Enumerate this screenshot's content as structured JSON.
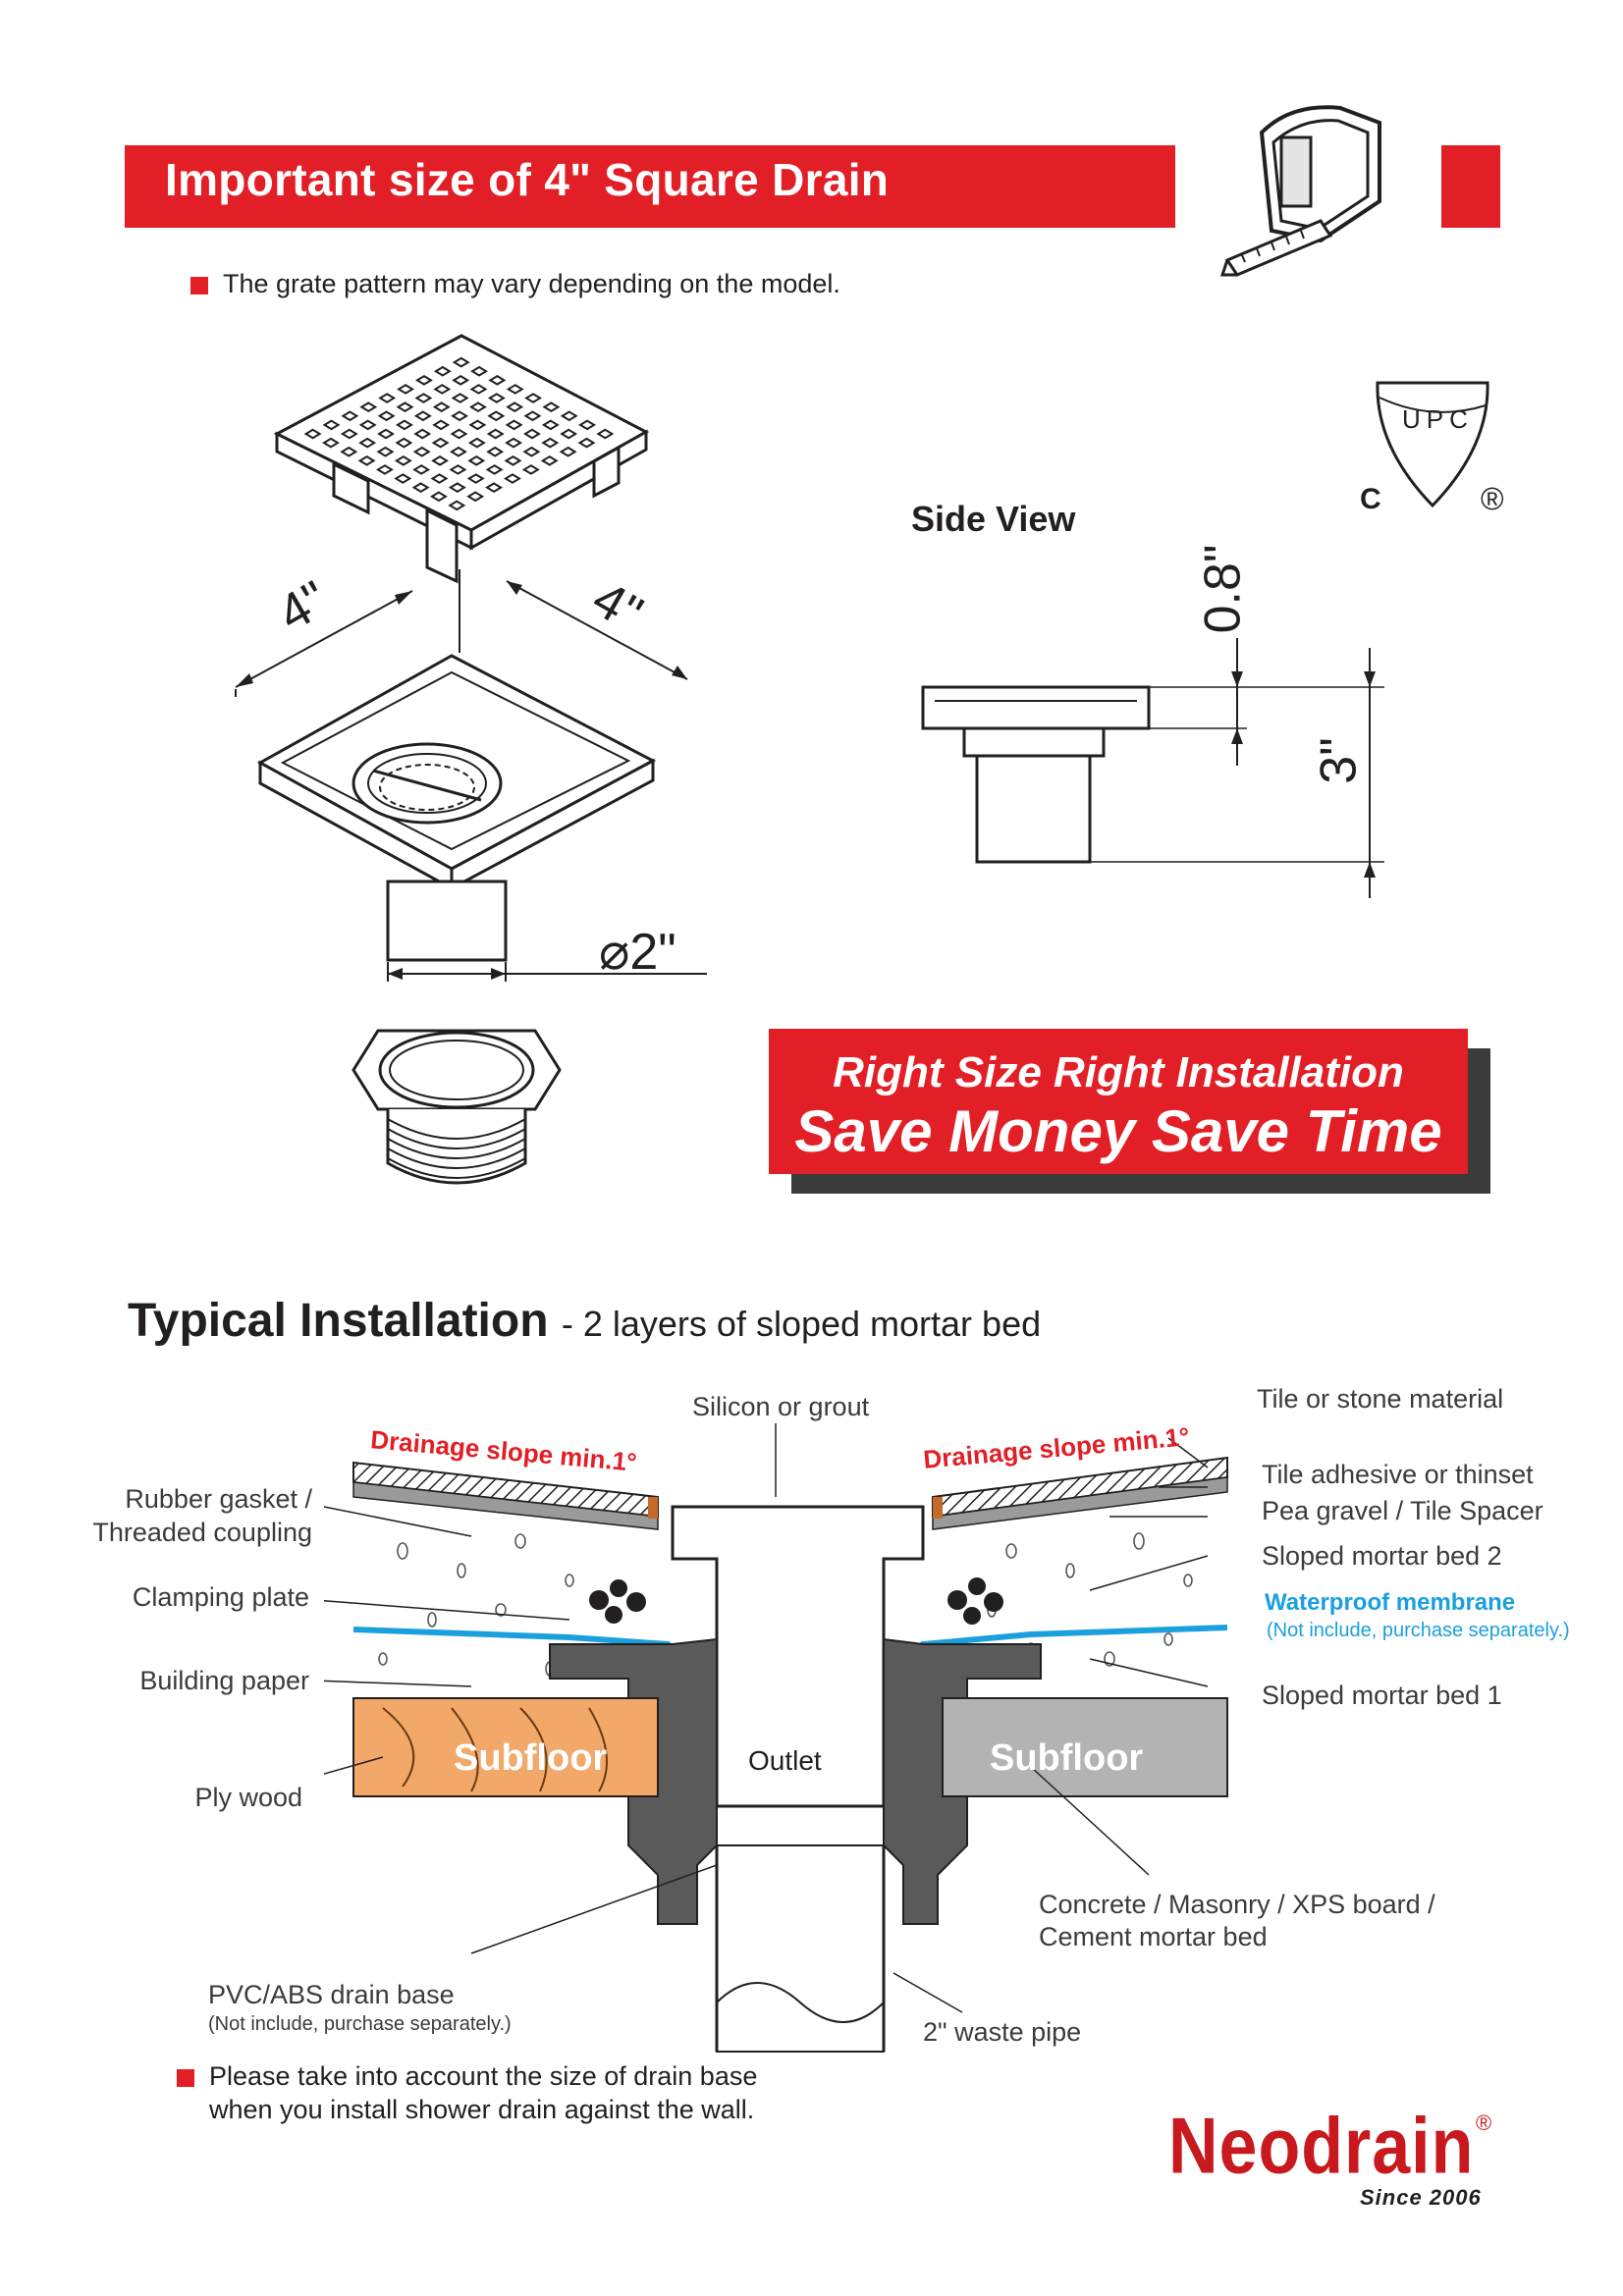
{
  "header": {
    "title": "Important size of 4\" Square Drain",
    "note": "The grate pattern may vary depending on the model."
  },
  "certification": {
    "mark_letters": [
      "U",
      "P",
      "C"
    ],
    "c_label": "C",
    "registered": "®"
  },
  "product_views": {
    "side_view_label": "Side View",
    "dim_width_1": "4\"",
    "dim_width_2": "4\"",
    "dim_diameter": "2\"",
    "dim_flange": "0.8\"",
    "dim_body": "3\""
  },
  "promo": {
    "line1": "Right Size Right Installation",
    "line2": "Save Money Save Time"
  },
  "installation": {
    "title": "Typical Installation",
    "subtitle": "- 2 layers of sloped mortar bed",
    "labels": {
      "silicon": "Silicon or grout",
      "tile_material": "Tile or stone material",
      "slope_left": "Drainage slope min.1°",
      "slope_right": "Drainage slope min.1°",
      "gasket_line1": "Rubber gasket /",
      "gasket_line2": "Threaded coupling",
      "tile_adhesive": "Tile adhesive or thinset",
      "pea_gravel": "Pea gravel / Tile Spacer",
      "clamping_plate": "Clamping plate",
      "mortar_bed_2": "Sloped mortar bed 2",
      "waterproof": "Waterproof membrane",
      "waterproof_note": "(Not include, purchase separately.)",
      "building_paper": "Building paper",
      "mortar_bed_1": "Sloped mortar bed 1",
      "subfloor_left": "Subfloor",
      "outlet": "Outlet",
      "subfloor_right": "Subfloor",
      "plywood": "Ply wood",
      "concrete_line1": "Concrete / Masonry  / XPS board /",
      "concrete_line2": "Cement mortar bed",
      "drain_base": "PVC/ABS drain base",
      "drain_base_note": "(Not include, purchase separately.)",
      "waste_pipe": "2\" waste pipe"
    },
    "footnote_line1": "Please take into account the size of drain base",
    "footnote_line2": "when you install shower drain against the wall."
  },
  "brand": {
    "name": "Neodrain",
    "registered": "®",
    "since": "Since 2006"
  },
  "colors": {
    "accent": "#e21e26",
    "waterproof": "#1aa0dd",
    "plywood": "#f2a868",
    "concrete": "#b3b3b3"
  }
}
